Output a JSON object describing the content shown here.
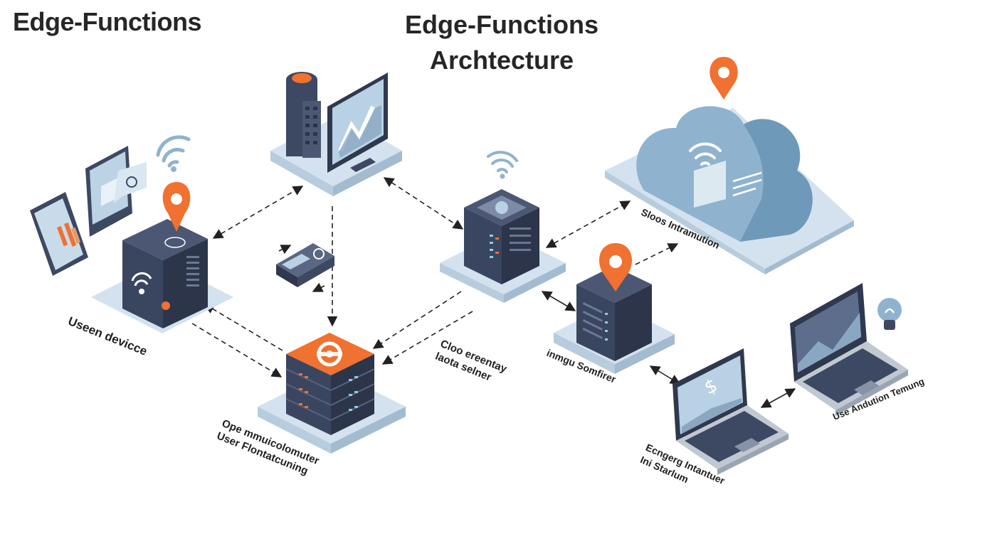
{
  "header": {
    "title_left": "Edge-Functions",
    "title_center_line1": "Edge-Functions",
    "title_center_line2": "Archtecture"
  },
  "nodes": {
    "user_devices": {
      "label": "Useen devicce"
    },
    "central_server": {
      "label_line1": "Ope mmuicolomuter",
      "label_line2": "User Flontatcuning"
    },
    "edge_gateway": {
      "label_line1": "Cloo ereentay",
      "label_line2": "laota selner"
    },
    "edge_node": {
      "label": "inmgu Somfirer"
    },
    "cloud": {
      "label": "Sloos Intramution"
    },
    "laptop_left": {
      "label_line1": "Ecngerg Intantuer",
      "label_line2": "Ini Starlum"
    },
    "laptop_right": {
      "label": "Use Andution Temung"
    }
  },
  "colors": {
    "accent": "#f07130",
    "dark_node": "#3a4560",
    "platform": "#d3e2ee",
    "cloud": "#8fb3ce",
    "arrow": "#222222"
  },
  "icons": [
    "location-pin-icon",
    "wifi-icon",
    "lightbulb-icon",
    "usb-drive-icon"
  ]
}
